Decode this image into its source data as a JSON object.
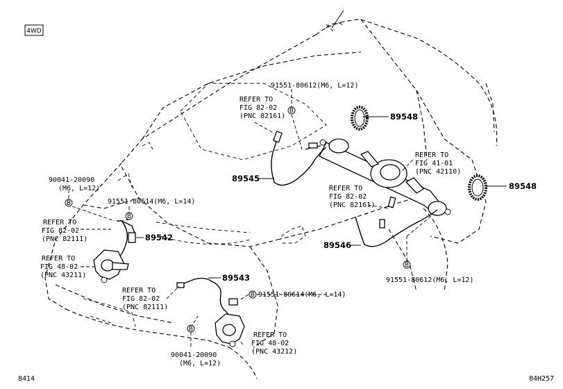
{
  "badge": "4WD",
  "footer": {
    "left_code": "8414",
    "right_code": "84H257"
  },
  "parts": {
    "p89548_top": "89548",
    "p89548_right": "89548",
    "p89545": "89545",
    "p89546": "89546",
    "p89542": "89542",
    "p89543": "89543"
  },
  "callouts": {
    "c_top_center": {
      "line1": "91551-80612",
      "line2": "(M6, L=12)"
    },
    "c_ref_top": {
      "l1": "REFER TO",
      "l2": "FIG 82-02",
      "l3": "(PNC 82161)"
    },
    "c_ref_diff": {
      "l1": "REFER TO",
      "l2": "FIG 41-01",
      "l3": "(PNC 42110)"
    },
    "c_ref_mid": {
      "l1": "REFER TO",
      "l2": "FIG 82-02",
      "l3": "(PNC 82161)"
    },
    "c_bolt_left_top": {
      "l1": "90041-20090",
      "l2": "(M6, L=12)"
    },
    "c_screw_left": {
      "line1": "91551-80614",
      "line2": "(M6, L=14)"
    },
    "c_ref_left_upper": {
      "l1": "REFER TO",
      "l2": "FIG 82-02",
      "l3": "(PNC 82111)"
    },
    "c_ref_left_lower": {
      "l1": "REFER TO",
      "l2": "FIG 48-02",
      "l3": "(PNC 43211)"
    },
    "c_ref_front": {
      "l1": "REFER TO",
      "l2": "FIG 82-02",
      "l3": "(PNC 82111)"
    },
    "c_screw_front": {
      "line1": "91551-80614",
      "line2": "(M6, L=14)"
    },
    "c_screw_rear": {
      "line1": "91551-80612",
      "line2": "(M6, L=12)"
    },
    "c_ref_knuckle": {
      "l1": "REFER TO",
      "l2": "FIG 48-02",
      "l3": "(PNC 43212)"
    },
    "c_bolt_bottom": {
      "l1": "90041-20090",
      "l2": "(M6, L=12)"
    }
  },
  "markers": {
    "bolt_marker": "B"
  }
}
